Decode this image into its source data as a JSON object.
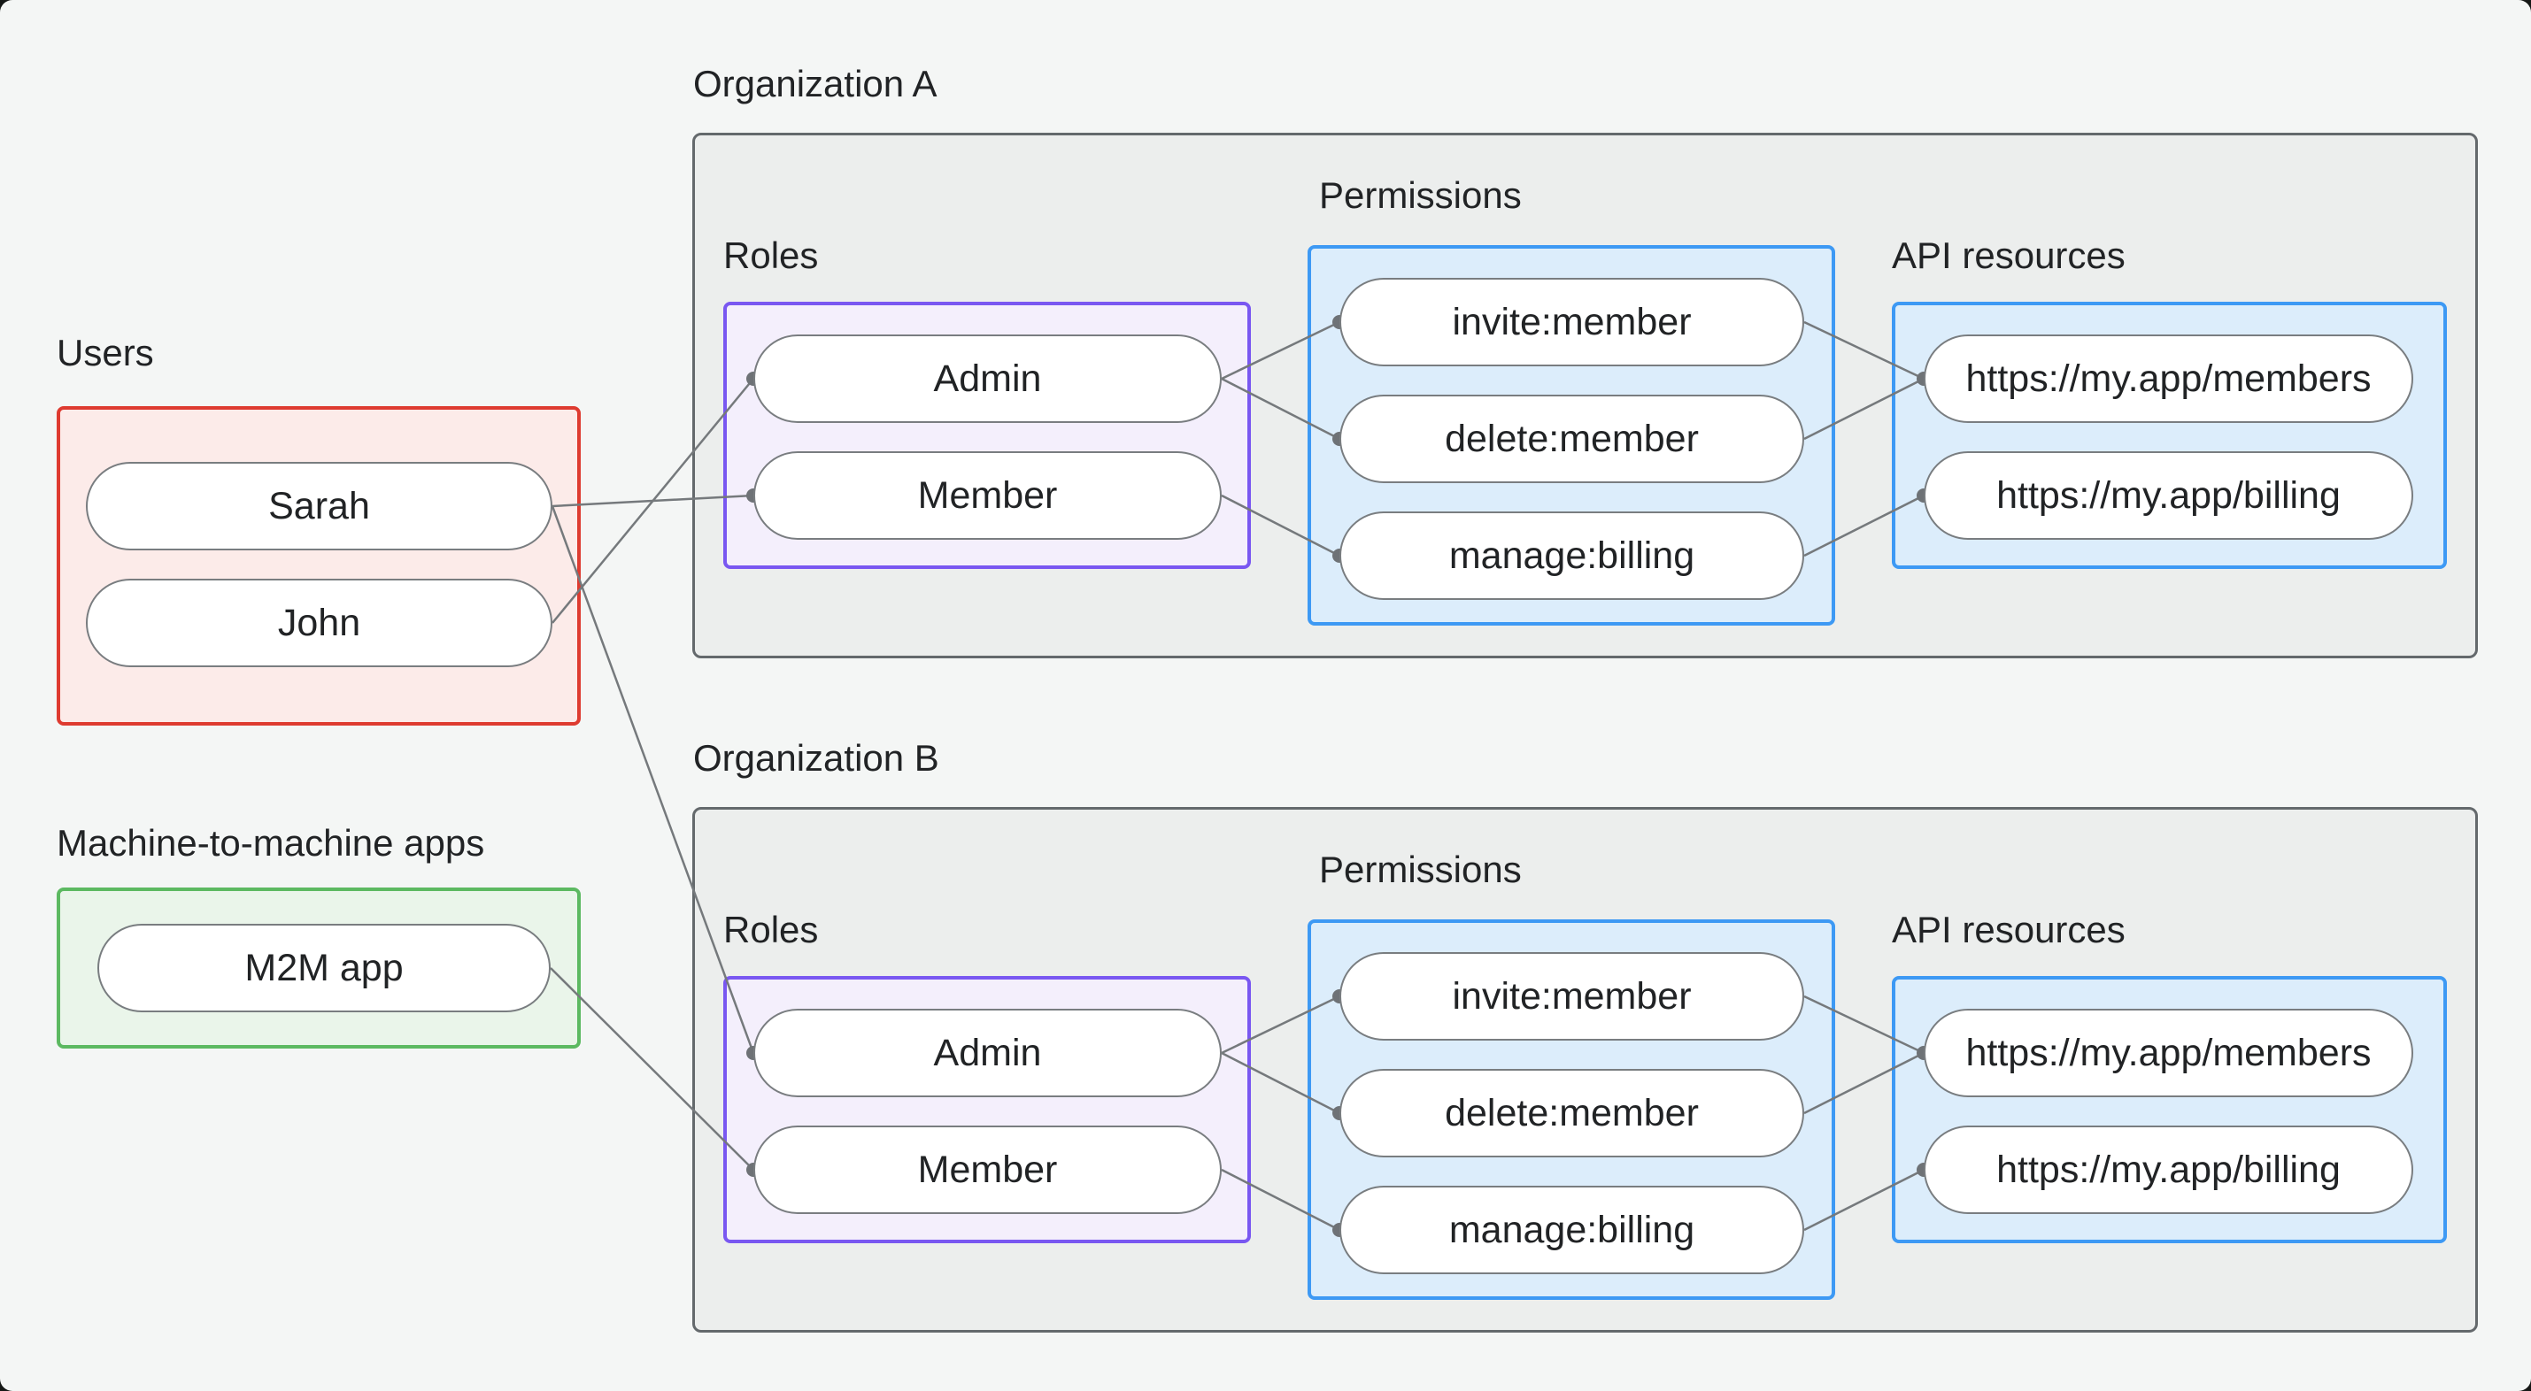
{
  "diagram": {
    "background_color": "#F4F6F5",
    "groups": {
      "users": {
        "label": "Users",
        "items": [
          "Sarah",
          "John"
        ],
        "border_color": "#DE3B30",
        "fill_color": "#FCEBE9"
      },
      "m2m": {
        "label": "Machine-to-machine apps",
        "items": [
          "M2M app"
        ],
        "border_color": "#5CB961",
        "fill_color": "#EAF5EA"
      }
    },
    "organizations": [
      {
        "title": "Organization A",
        "roles": {
          "label": "Roles",
          "items": [
            "Admin",
            "Member"
          ],
          "border_color": "#7957F1",
          "fill_color": "#F4EFFC"
        },
        "permissions": {
          "label": "Permissions",
          "items": [
            "invite:member",
            "delete:member",
            "manage:billing"
          ],
          "border_color": "#3D99F4",
          "fill_color": "#DCEDFB"
        },
        "api_resources": {
          "label": "API resources",
          "items": [
            "https://my.app/members",
            "https://my.app/billing"
          ],
          "border_color": "#3D99F4",
          "fill_color": "#DCEDFB"
        }
      },
      {
        "title": "Organization B",
        "roles": {
          "label": "Roles",
          "items": [
            "Admin",
            "Member"
          ],
          "border_color": "#7957F1",
          "fill_color": "#F4EFFC"
        },
        "permissions": {
          "label": "Permissions",
          "items": [
            "invite:member",
            "delete:member",
            "manage:billing"
          ],
          "border_color": "#3D99F4",
          "fill_color": "#DCEDFB"
        },
        "api_resources": {
          "label": "API resources",
          "items": [
            "https://my.app/members",
            "https://my.app/billing"
          ],
          "border_color": "#3D99F4",
          "fill_color": "#DCEDFB"
        }
      }
    ],
    "connections": [
      {
        "from": "Sarah",
        "to": "Member",
        "org": "Organization A"
      },
      {
        "from": "John",
        "to": "Admin",
        "org": "Organization A"
      },
      {
        "from": "Sarah",
        "to": "Admin",
        "org": "Organization B"
      },
      {
        "from": "M2M app",
        "to": "Member",
        "org": "Organization B"
      },
      {
        "from": "Admin",
        "to": "invite:member",
        "org": "Organization A"
      },
      {
        "from": "Admin",
        "to": "delete:member",
        "org": "Organization A"
      },
      {
        "from": "Member",
        "to": "manage:billing",
        "org": "Organization A"
      },
      {
        "from": "invite:member",
        "to": "https://my.app/members",
        "org": "Organization A"
      },
      {
        "from": "delete:member",
        "to": "https://my.app/members",
        "org": "Organization A"
      },
      {
        "from": "manage:billing",
        "to": "https://my.app/billing",
        "org": "Organization A"
      },
      {
        "from": "Admin",
        "to": "invite:member",
        "org": "Organization B"
      },
      {
        "from": "Admin",
        "to": "delete:member",
        "org": "Organization B"
      },
      {
        "from": "Member",
        "to": "manage:billing",
        "org": "Organization B"
      },
      {
        "from": "invite:member",
        "to": "https://my.app/members",
        "org": "Organization B"
      },
      {
        "from": "delete:member",
        "to": "https://my.app/members",
        "org": "Organization B"
      },
      {
        "from": "manage:billing",
        "to": "https://my.app/billing",
        "org": "Organization B"
      }
    ],
    "colors": {
      "org_border": "#64696C",
      "org_fill": "#ECEEED",
      "pill_border": "#797D80",
      "pill_fill": "#FFFFFF",
      "connector_line": "#75797C",
      "port_dot": "#6E7276",
      "text": "#212325"
    }
  }
}
